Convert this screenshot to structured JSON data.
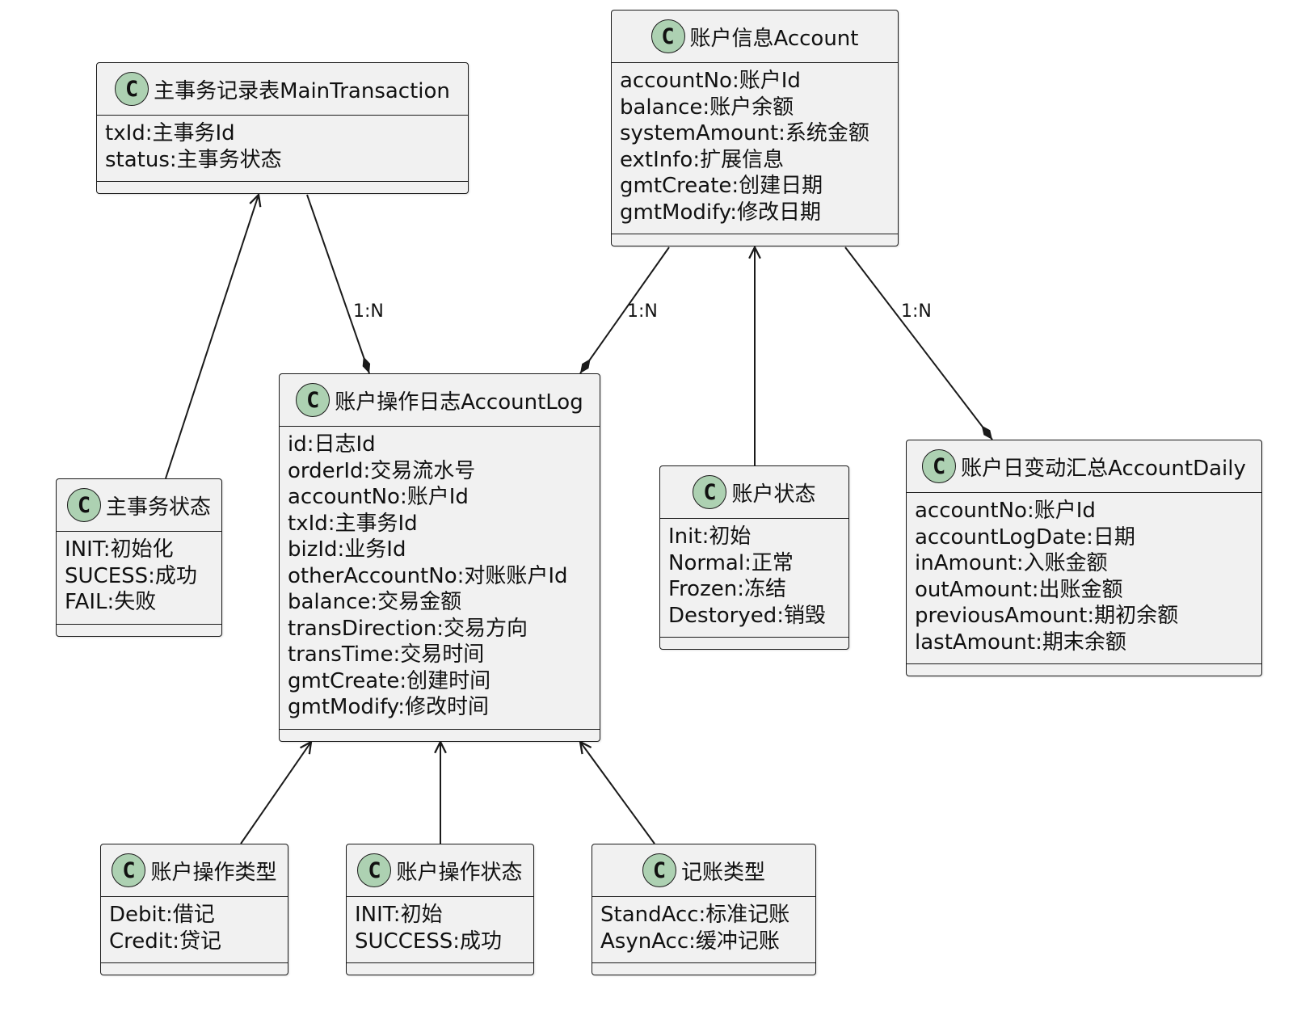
{
  "diagram": {
    "badge_letter": "C",
    "classes": {
      "main_transaction": {
        "title": "主事务记录表MainTransaction",
        "fields": [
          "txId:主事务Id",
          "status:主事务状态"
        ]
      },
      "account": {
        "title": "账户信息Account",
        "fields": [
          "accountNo:账户Id",
          "balance:账户余额",
          "systemAmount:系统金额",
          "extInfo:扩展信息",
          "gmtCreate:创建日期",
          "gmtModify:修改日期"
        ]
      },
      "account_log": {
        "title": "账户操作日志AccountLog",
        "fields": [
          "id:日志Id",
          "orderId:交易流水号",
          "accountNo:账户Id",
          "txId:主事务Id",
          "bizId:业务Id",
          "otherAccountNo:对账账户Id",
          "balance:交易金额",
          "transDirection:交易方向",
          "transTime:交易时间",
          "gmtCreate:创建时间",
          "gmtModify:修改时间"
        ]
      },
      "main_tx_status": {
        "title": "主事务状态",
        "fields": [
          "INIT:初始化",
          "SUCESS:成功",
          "FAIL:失败"
        ]
      },
      "account_status": {
        "title": "账户状态",
        "fields": [
          "Init:初始",
          "Normal:正常",
          "Frozen:冻结",
          "Destoryed:销毁"
        ]
      },
      "account_daily": {
        "title": "账户日变动汇总AccountDaily",
        "fields": [
          "accountNo:账户Id",
          "accountLogDate:日期",
          "inAmount:入账金额",
          "outAmount:出账金额",
          "previousAmount:期初余额",
          "lastAmount:期末余额"
        ]
      },
      "op_type": {
        "title": "账户操作类型",
        "fields": [
          "Debit:借记",
          "Credit:贷记"
        ]
      },
      "op_status": {
        "title": "账户操作状态",
        "fields": [
          "INIT:初始",
          "SUCCESS:成功"
        ]
      },
      "bookkeeping_type": {
        "title": "记账类型",
        "fields": [
          "StandAcc:标准记账",
          "AsynAcc:缓冲记账"
        ]
      }
    },
    "relations": {
      "main_to_log": "1:N",
      "account_to_log": "1:N",
      "account_to_daily": "1:N"
    }
  }
}
